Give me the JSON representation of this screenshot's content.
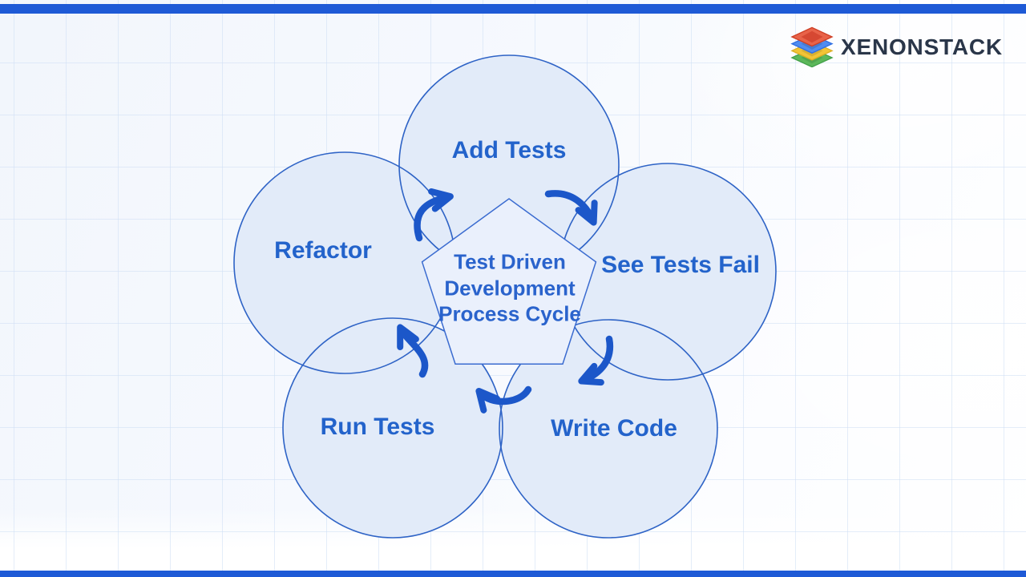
{
  "brand": {
    "name": "XENONSTACK",
    "icon": "layers-stack-icon"
  },
  "diagram": {
    "type": "cycle",
    "flow_direction": "clockwise",
    "title_lines": [
      "Test Driven",
      "Development",
      "Process Cycle"
    ],
    "steps": [
      {
        "label": "Add Tests"
      },
      {
        "label": "See Tests Fail"
      },
      {
        "label": "Write Code"
      },
      {
        "label": "Run Tests"
      },
      {
        "label": "Refactor"
      }
    ],
    "colors": {
      "accent_bar": "#1e5ad6",
      "circle_fill": "#e2ebf9",
      "circle_stroke": "#2e63c6",
      "pentagon_fill": "#eaf0fc",
      "pentagon_stroke": "#3a6bd0",
      "label_text": "#2363cb",
      "arrow": "#1c57c9",
      "brand_text": "#2a3649",
      "logo_layers": [
        "#e4573d",
        "#4f8cf0",
        "#f2c437",
        "#5cb85a"
      ]
    }
  }
}
